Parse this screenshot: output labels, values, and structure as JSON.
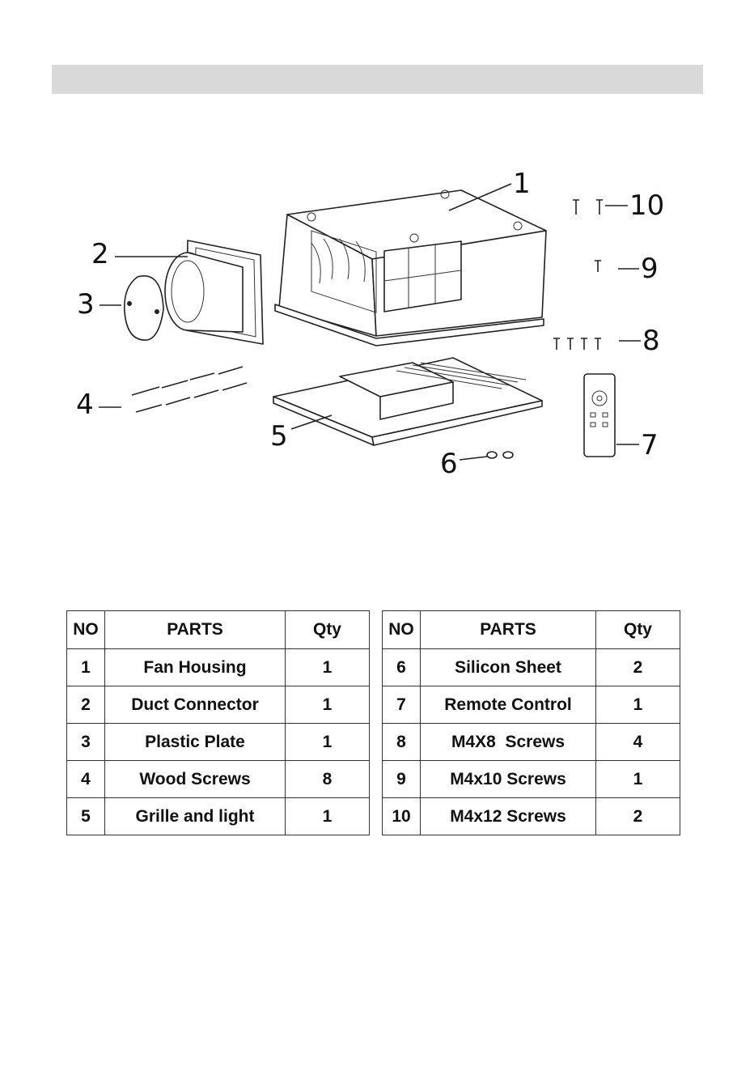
{
  "callouts": [
    "1",
    "2",
    "3",
    "4",
    "5",
    "6",
    "7",
    "8",
    "9",
    "10"
  ],
  "tables": [
    {
      "headers": {
        "no": "NO",
        "parts": "PARTS",
        "qty": "Qty"
      },
      "rows": [
        {
          "no": "1",
          "part": "Fan Housing",
          "qty": "1"
        },
        {
          "no": "2",
          "part": "Duct Connector",
          "qty": "1"
        },
        {
          "no": "3",
          "part": "Plastic Plate",
          "qty": "1"
        },
        {
          "no": "4",
          "part": "Wood Screws",
          "qty": "8"
        },
        {
          "no": "5",
          "part": "Grille and light",
          "qty": "1"
        }
      ]
    },
    {
      "headers": {
        "no": "NO",
        "parts": "PARTS",
        "qty": "Qty"
      },
      "rows": [
        {
          "no": "6",
          "part": "Silicon Sheet",
          "qty": "2"
        },
        {
          "no": "7",
          "part": "Remote Control",
          "qty": "1"
        },
        {
          "no": "8",
          "part": "M4X8  Screws",
          "qty": "4"
        },
        {
          "no": "9",
          "part": "M4x10 Screws",
          "qty": "1"
        },
        {
          "no": "10",
          "part": "M4x12 Screws",
          "qty": "2"
        }
      ]
    }
  ]
}
